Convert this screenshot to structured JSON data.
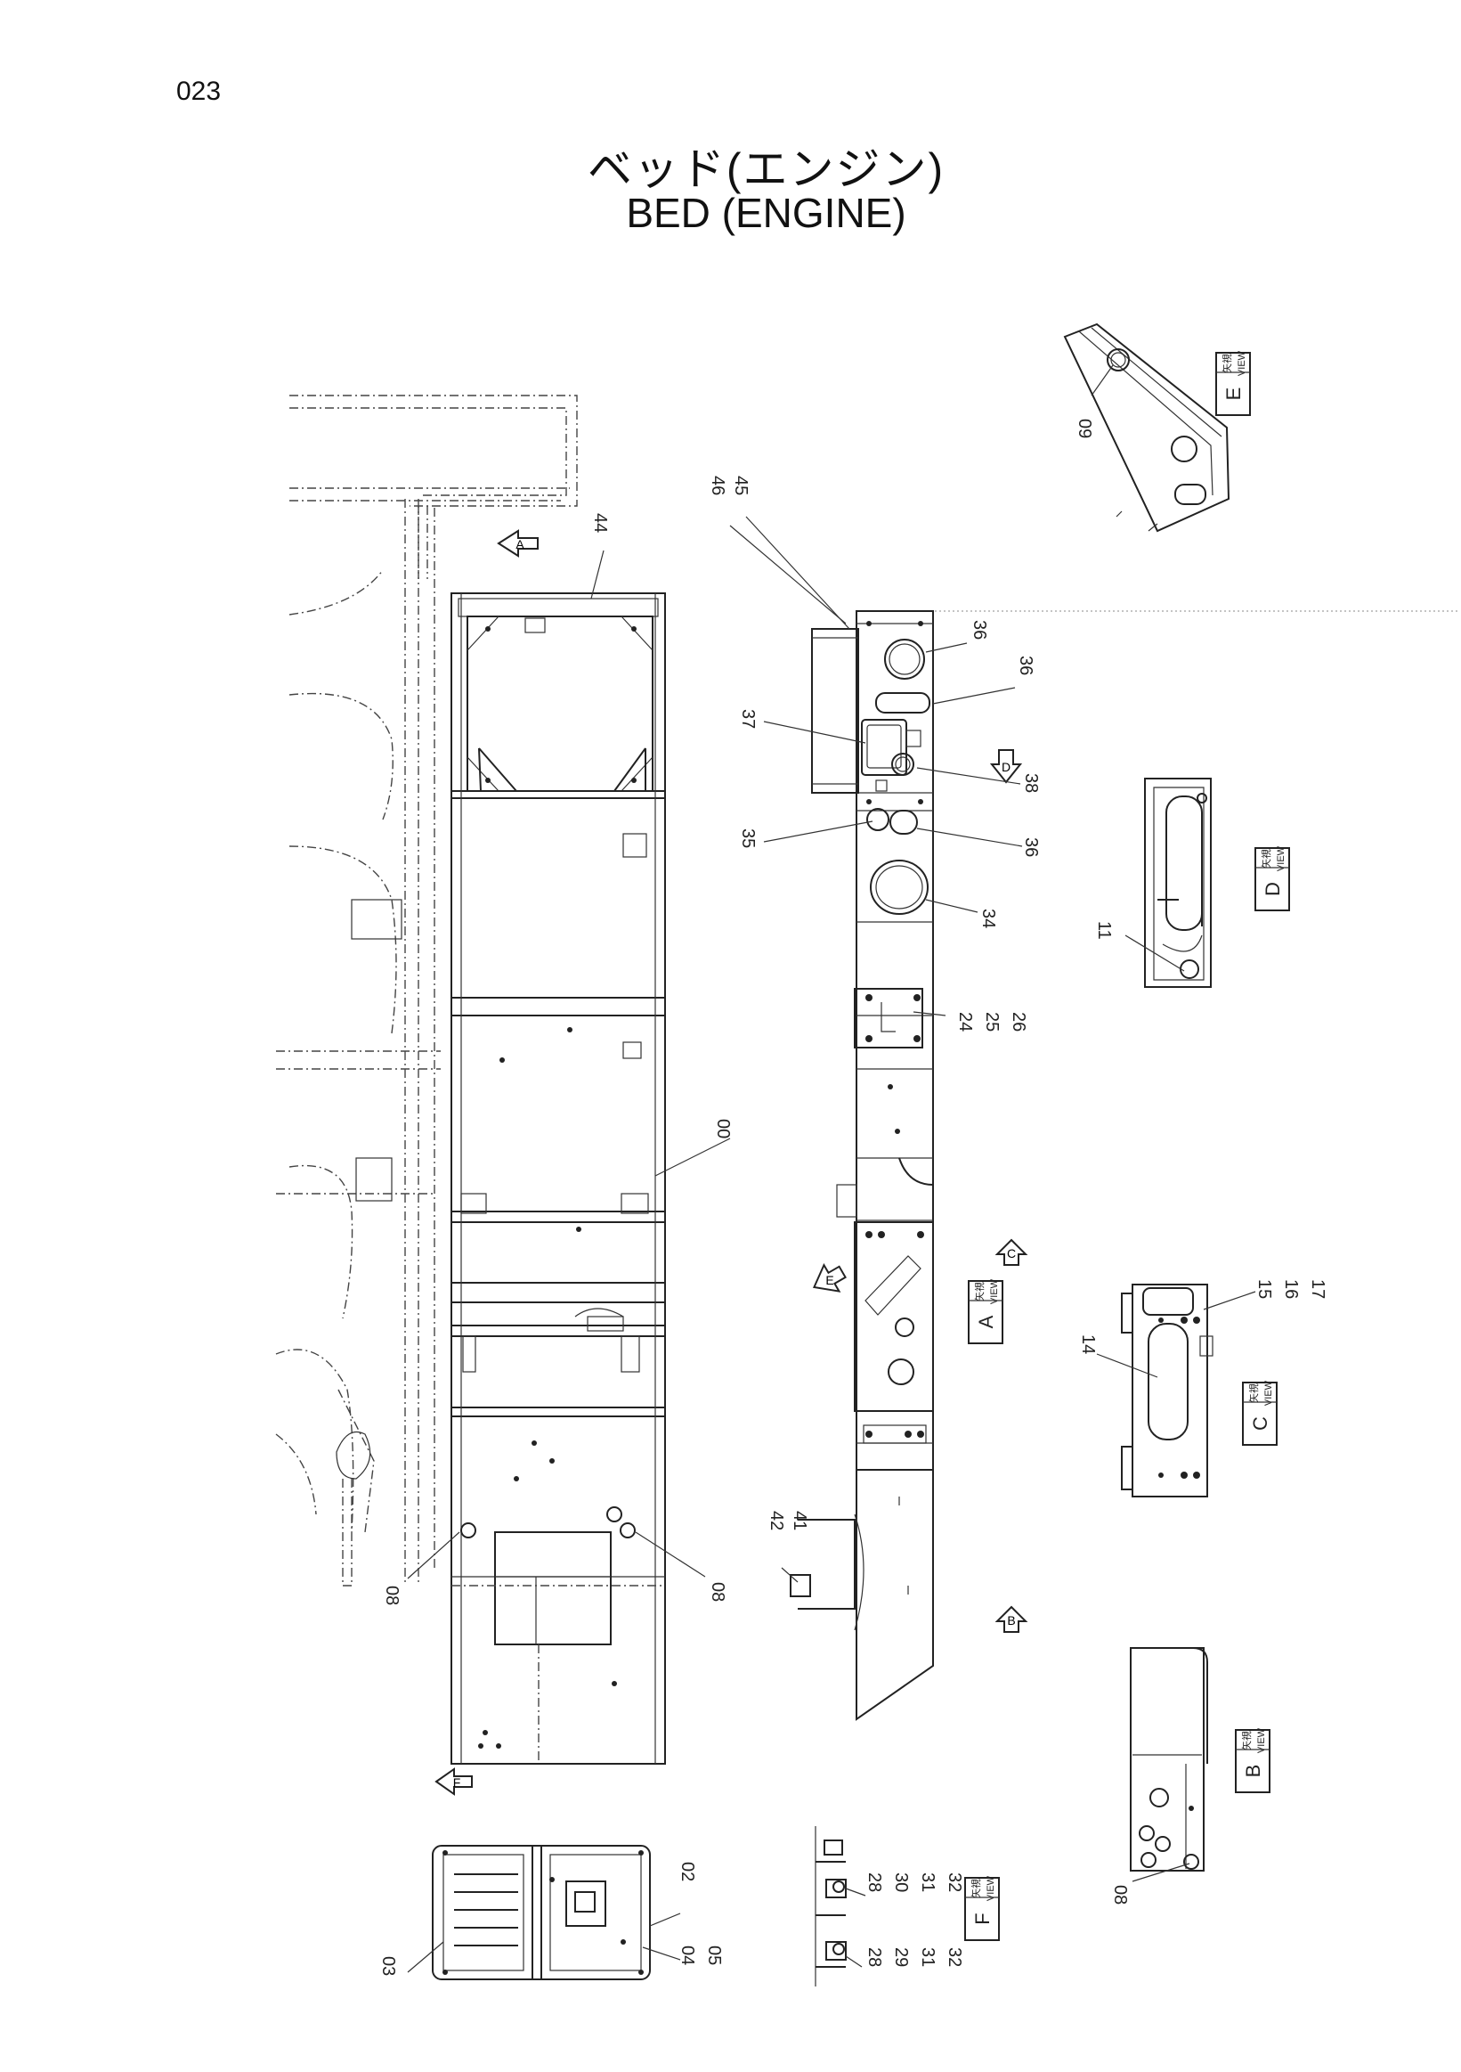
{
  "page_number": "023",
  "title_jp": "ベッド(エンジン)",
  "title_en": "BED (ENGINE)",
  "view_word": "VIEW",
  "view_kanji": "矢視",
  "views": [
    "E",
    "D",
    "A",
    "C",
    "B",
    "F"
  ],
  "arrows": [
    "A",
    "D",
    "C",
    "E",
    "B",
    "F"
  ],
  "callouts": {
    "c09": "09",
    "c46": "46",
    "c45": "45",
    "c44": "44",
    "c36a": "36",
    "c36b": "36",
    "c37": "37",
    "c38": "38",
    "c35": "35",
    "c36c": "36",
    "c34": "34",
    "c11": "11",
    "c24": "24",
    "c25": "25",
    "c26": "26",
    "c00": "00",
    "c15": "15",
    "c16": "16",
    "c17": "17",
    "c14": "14",
    "c42": "42",
    "c41": "41",
    "c08a": "08",
    "c08b": "08",
    "c08c": "08",
    "c02": "02",
    "c03": "03",
    "c04": "04",
    "c05": "05",
    "c28a": "28",
    "c30": "30",
    "c31a": "31",
    "c32a": "32",
    "c28b": "28",
    "c29": "29",
    "c31b": "31",
    "c32b": "32"
  }
}
